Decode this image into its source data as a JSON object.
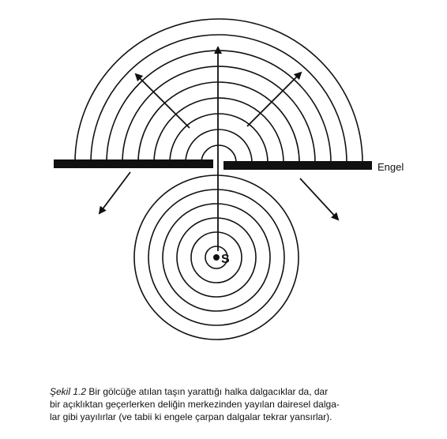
{
  "diagram": {
    "barrier_label": "Engel",
    "source_label": "S",
    "colors": {
      "ink": "#111111",
      "background": "#ffffff"
    }
  },
  "caption": {
    "figure_number": "Şekil 1.2",
    "lines": [
      " Bir gölcüğe atılan taşın yarattığı halka dalgacıklar da, dar",
      "bir açıklıktan geçerlerken deliğin merkezinden yayılan dairesel dalga-",
      "lar gibi yayılırlar (ve tabii ki engele çarpan dalgalar tekrar yansırlar)."
    ]
  }
}
